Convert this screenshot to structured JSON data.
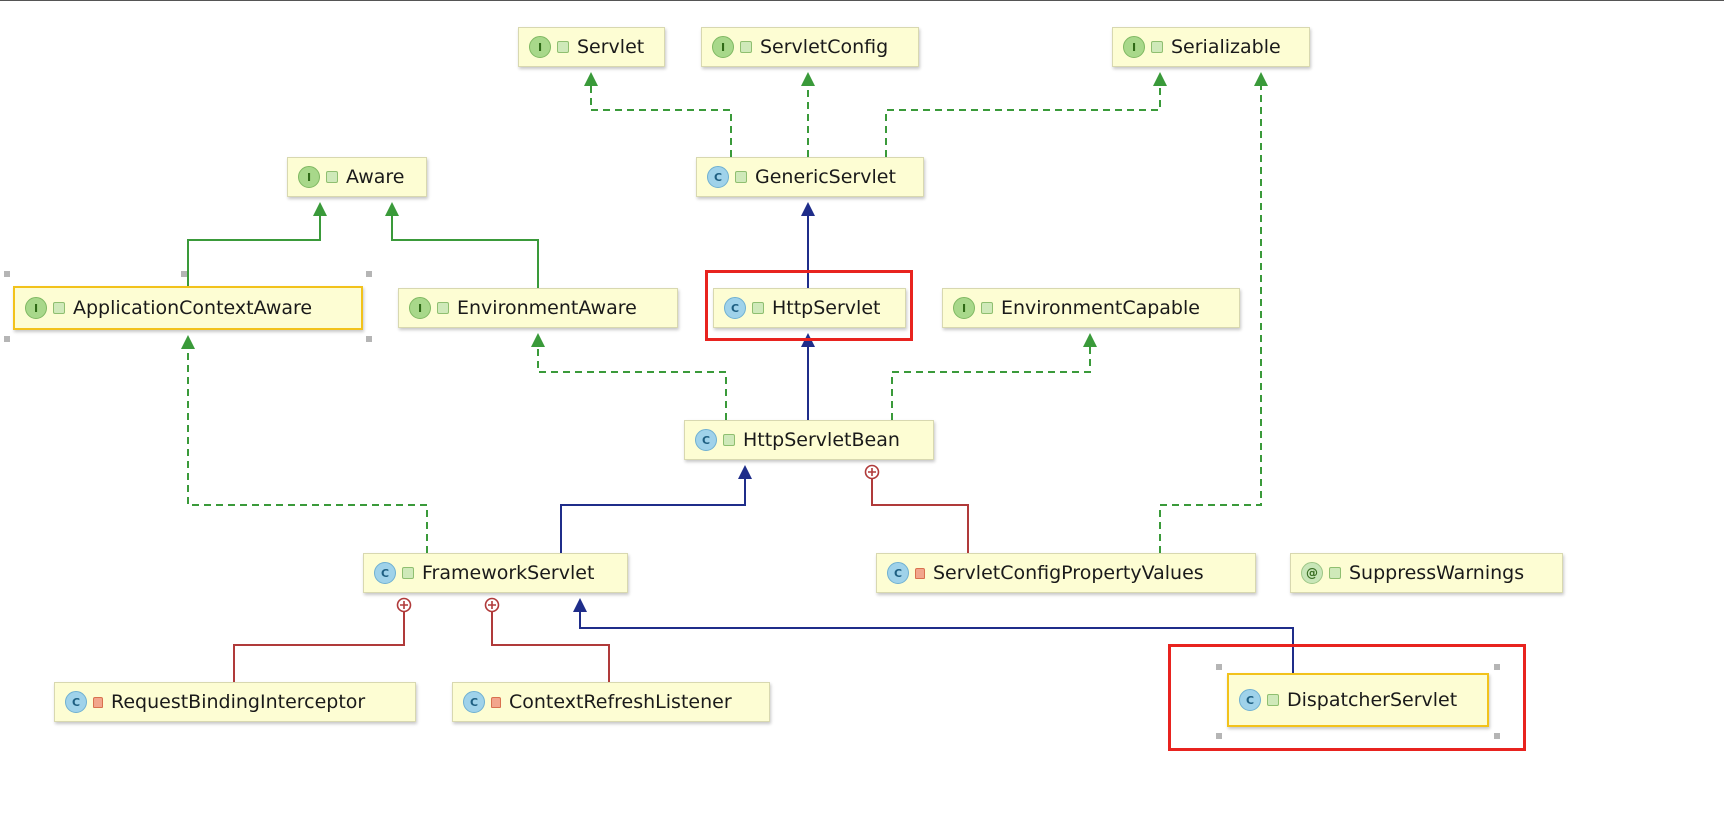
{
  "nodes": {
    "servlet": {
      "name": "Servlet",
      "kind": "I"
    },
    "servletconfig": {
      "name": "ServletConfig",
      "kind": "I"
    },
    "serializable": {
      "name": "Serializable",
      "kind": "I"
    },
    "aware": {
      "name": "Aware",
      "kind": "I"
    },
    "genericservlet": {
      "name": "GenericServlet",
      "kind": "C"
    },
    "applicationcontextaware": {
      "name": "ApplicationContextAware",
      "kind": "I"
    },
    "environmentaware": {
      "name": "EnvironmentAware",
      "kind": "I"
    },
    "httpservlet": {
      "name": "HttpServlet",
      "kind": "C"
    },
    "environmentcapable": {
      "name": "EnvironmentCapable",
      "kind": "I"
    },
    "httpservletbean": {
      "name": "HttpServletBean",
      "kind": "C"
    },
    "frameworkservlet": {
      "name": "FrameworkServlet",
      "kind": "C"
    },
    "servletconfigpropertyvalues": {
      "name": "ServletConfigPropertyValues",
      "kind": "C"
    },
    "suppresswarnings": {
      "name": "SuppressWarnings",
      "kind": "@"
    },
    "requestbindinginterceptor": {
      "name": "RequestBindingInterceptor",
      "kind": "C"
    },
    "contextrefreshlistener": {
      "name": "ContextRefreshListener",
      "kind": "C"
    },
    "dispatcherservlet": {
      "name": "DispatcherServlet",
      "kind": "C"
    }
  },
  "colors": {
    "implements": "#3a9a3a",
    "extends": "#1f2d8a",
    "inner": "#b03a3a",
    "highlight": "#e8231f",
    "node_fill": "#fdfdd3"
  },
  "relations": [
    {
      "from": "genericservlet",
      "to": "servlet",
      "type": "implements"
    },
    {
      "from": "genericservlet",
      "to": "servletconfig",
      "type": "implements"
    },
    {
      "from": "genericservlet",
      "to": "serializable",
      "type": "implements"
    },
    {
      "from": "applicationcontextaware",
      "to": "aware",
      "type": "extends-interface"
    },
    {
      "from": "environmentaware",
      "to": "aware",
      "type": "extends-interface"
    },
    {
      "from": "httpservlet",
      "to": "genericservlet",
      "type": "extends"
    },
    {
      "from": "httpservletbean",
      "to": "httpservlet",
      "type": "extends"
    },
    {
      "from": "httpservletbean",
      "to": "environmentaware",
      "type": "implements"
    },
    {
      "from": "httpservletbean",
      "to": "environmentcapable",
      "type": "implements"
    },
    {
      "from": "frameworkservlet",
      "to": "httpservletbean",
      "type": "extends"
    },
    {
      "from": "frameworkservlet",
      "to": "applicationcontextaware",
      "type": "implements"
    },
    {
      "from": "servletconfigpropertyvalues",
      "to": "httpservletbean",
      "type": "inner"
    },
    {
      "from": "servletconfigpropertyvalues",
      "to": "serializable",
      "type": "implements"
    },
    {
      "from": "requestbindinginterceptor",
      "to": "frameworkservlet",
      "type": "inner"
    },
    {
      "from": "contextrefreshlistener",
      "to": "frameworkservlet",
      "type": "inner"
    },
    {
      "from": "dispatcherservlet",
      "to": "frameworkservlet",
      "type": "extends"
    }
  ],
  "highlighted": [
    "httpservlet",
    "dispatcherservlet"
  ],
  "selected": [
    "applicationcontextaware",
    "dispatcherservlet"
  ]
}
